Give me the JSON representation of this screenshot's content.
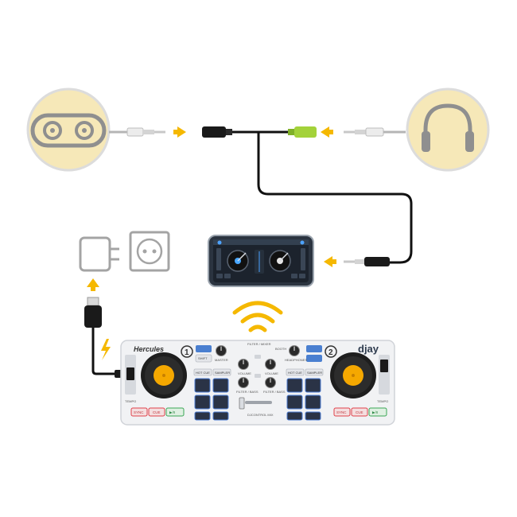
{
  "controller": {
    "brand": "Hercules",
    "app_logo": "djay",
    "deck1_number": "1",
    "deck2_number": "2",
    "top_label": "FILTER / MIXER",
    "booth_label": "BOOTH",
    "mix_label": "DJCONTROL MIX",
    "shift_label": "SHIFT",
    "master_label": "MASTER",
    "headphones_label": "HEADPHONES",
    "volume_label": "VOLUME",
    "filter_label": "FILTER / BASS",
    "hotcue_label": "HOT CUE",
    "sampler_label": "SAMPLER",
    "sync_label": "SYNC",
    "cue_label": "CUE",
    "play_label": "▶/II",
    "tempo_label": "TEMPO"
  },
  "icons": {
    "speaker": "speaker-icon",
    "headphones": "headphones-icon",
    "charger": "charger-icon",
    "wall_socket": "wall-socket-icon",
    "wireless": "wireless-icon",
    "lightning": "lightning-icon",
    "arrow": "arrow-icon"
  },
  "colors": {
    "accent_yellow": "#f5c000",
    "circle_fill": "#f6e8b8",
    "circle_stroke": "#d9d9d9",
    "grey_icon": "#9a9a9a",
    "cable": "#111111",
    "green_jack": "#9ccc2f",
    "phone_body": "#2b3440",
    "controller_body": "#f1f2f4",
    "pad": "#2a3346",
    "pad_glow": "#4f7fd6",
    "jog_ring": "#1e1e1e",
    "jog_center": "#f5a800",
    "sync_red": "#e0424a",
    "play_green": "#3aa655"
  }
}
